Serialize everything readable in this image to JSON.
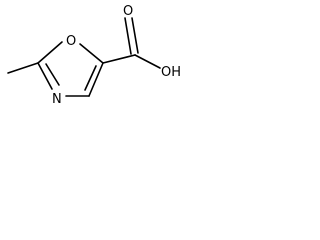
{
  "molecule": {
    "atoms": {
      "ring_oxygen": "O",
      "ring_nitrogen": "N",
      "carbonyl_oxygen": "O",
      "hydroxyl": "OH"
    }
  }
}
